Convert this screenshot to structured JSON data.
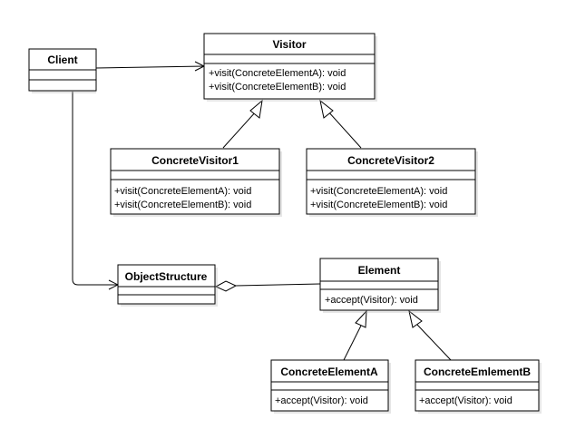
{
  "diagram": {
    "classes": [
      {
        "id": "client",
        "name": "Client",
        "members": []
      },
      {
        "id": "visitor",
        "name": "Visitor",
        "members": [
          "+visit(ConcreteElementA): void",
          "+visit(ConcreteElementB): void"
        ]
      },
      {
        "id": "concrete-visitor1",
        "name": "ConcreteVisitor1",
        "members": [
          "+visit(ConcreteElementA): void",
          "+visit(ConcreteElementB): void"
        ]
      },
      {
        "id": "concrete-visitor2",
        "name": "ConcreteVisitor2",
        "members": [
          "+visit(ConcreteElementA): void",
          "+visit(ConcreteElementB): void"
        ]
      },
      {
        "id": "object-structure",
        "name": "ObjectStructure",
        "members": []
      },
      {
        "id": "element",
        "name": "Element",
        "members": [
          "+accept(Visitor): void"
        ]
      },
      {
        "id": "concrete-element-a",
        "name": "ConcreteElementA",
        "members": [
          "+accept(Visitor): void"
        ]
      },
      {
        "id": "concrete-element-b",
        "name": "ConcreteEmlementB",
        "members": [
          "+accept(Visitor): void"
        ]
      }
    ],
    "relations": [
      {
        "from": "client",
        "to": "visitor",
        "type": "association"
      },
      {
        "from": "client",
        "to": "object-structure",
        "type": "association"
      },
      {
        "from": "concrete-visitor1",
        "to": "visitor",
        "type": "generalization"
      },
      {
        "from": "concrete-visitor2",
        "to": "visitor",
        "type": "generalization"
      },
      {
        "from": "object-structure",
        "to": "element",
        "type": "aggregation"
      },
      {
        "from": "concrete-element-a",
        "to": "element",
        "type": "generalization"
      },
      {
        "from": "concrete-element-b",
        "to": "element",
        "type": "generalization"
      }
    ]
  }
}
